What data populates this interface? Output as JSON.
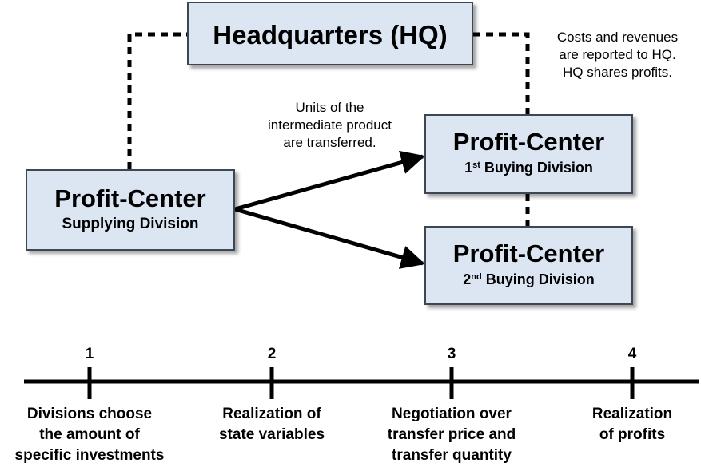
{
  "headquarters": {
    "title": "Headquarters (HQ)"
  },
  "supplier": {
    "title": "Profit-Center",
    "subtitle": "Supplying Division"
  },
  "buyer1": {
    "title": "Profit-Center",
    "ordinal_num": "1",
    "ordinal_sup": "st",
    "subtitle": "Buying Division"
  },
  "buyer2": {
    "title": "Profit-Center",
    "ordinal_num": "2",
    "ordinal_sup": "nd",
    "subtitle": "Buying Division"
  },
  "notes": {
    "transfer": [
      "Units of the",
      "intermediate product",
      "are transferred."
    ],
    "reporting": [
      "Costs and revenues",
      "are reported to HQ.",
      "HQ shares profits."
    ]
  },
  "timeline": {
    "stages": [
      {
        "number": "1",
        "label": [
          "Divisions choose",
          "the amount of",
          "specific investments"
        ]
      },
      {
        "number": "2",
        "label": [
          "Realization of",
          "state variables"
        ]
      },
      {
        "number": "3",
        "label": [
          "Negotiation over",
          "transfer price and",
          "transfer quantity"
        ]
      },
      {
        "number": "4",
        "label": [
          "Realization",
          "of profits"
        ]
      }
    ]
  }
}
